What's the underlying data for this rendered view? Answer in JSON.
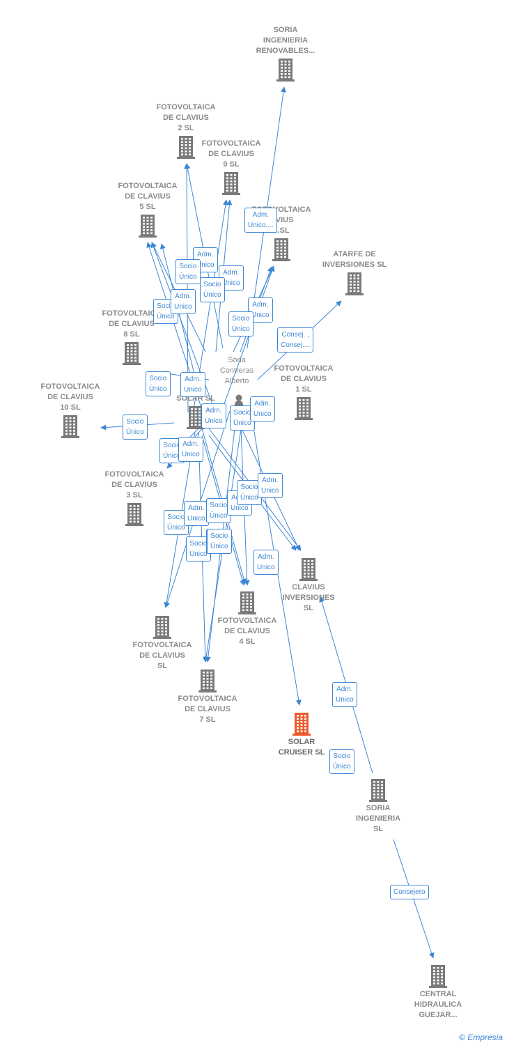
{
  "colors": {
    "edge": "#3c86d6",
    "node": "#7a7a7a",
    "highlight": "#f0582a"
  },
  "nodes": [
    {
      "id": "soria_ren",
      "icon": "building-icon",
      "label": [
        "SORIA",
        "INGENIERIA",
        "RENOVABLES..."
      ]
    },
    {
      "id": "fv2",
      "icon": "building-icon",
      "label": [
        "FOTOVOLTAICA",
        "DE CLAVIUS",
        "2  SL"
      ]
    },
    {
      "id": "fv9",
      "icon": "building-icon",
      "label": [
        "FOTOVOLTAICA",
        "DE CLAVIUS",
        "9  SL"
      ]
    },
    {
      "id": "fv5",
      "icon": "building-icon",
      "label": [
        "FOTOVOLTAICA",
        "DE CLAVIUS",
        "5  SL"
      ]
    },
    {
      "id": "fv6",
      "icon": "building-icon",
      "label": [
        "FOTOVOLTAICA",
        "...VIUS",
        "...SL"
      ]
    },
    {
      "id": "atarfe",
      "icon": "building-icon",
      "label": [
        "ATARFE DE",
        "INVERSIONES SL"
      ]
    },
    {
      "id": "fv8",
      "icon": "building-icon",
      "label": [
        "FOTOVOLTAICA",
        "DE CLAVIUS",
        "8  SL"
      ]
    },
    {
      "id": "fv1",
      "icon": "building-icon",
      "label": [
        "FOTOVOLTAICA",
        "DE CLAVIUS",
        "1  SL"
      ]
    },
    {
      "id": "fv10",
      "icon": "building-icon",
      "label": [
        "FOTOVOLTAICA",
        "DE CLAVIUS",
        "10  SL"
      ]
    },
    {
      "id": "solar_sl",
      "icon": "building-icon",
      "label": [
        "...R",
        "SOLAR SL"
      ]
    },
    {
      "id": "fv3",
      "icon": "building-icon",
      "label": [
        "FOTOVOLTAICA",
        "DE CLAVIUS",
        "3  SL"
      ]
    },
    {
      "id": "clavius",
      "icon": "building-icon",
      "label": [
        "CLAVIUS",
        "INVERSIONES",
        "SL"
      ]
    },
    {
      "id": "fv4",
      "icon": "building-icon",
      "label": [
        "FOTOVOLTAICA",
        "DE CLAVIUS",
        "4  SL"
      ]
    },
    {
      "id": "fvsl",
      "icon": "building-icon",
      "label": [
        "FOTOVOLTAICA",
        "DE CLAVIUS",
        "SL"
      ]
    },
    {
      "id": "fv7",
      "icon": "building-icon",
      "label": [
        "FOTOVOLTAICA",
        "DE CLAVIUS",
        "7  SL"
      ]
    },
    {
      "id": "cruiser",
      "icon": "building-icon",
      "highlight": true,
      "label": [
        "SOLAR",
        "CRUISER  SL"
      ]
    },
    {
      "id": "soria_sl",
      "icon": "building-icon",
      "label": [
        "SORIA",
        "INGENIERIA",
        "SL"
      ]
    },
    {
      "id": "central",
      "icon": "building-icon",
      "label": [
        "CENTRAL",
        "HIDRAULICA",
        "GUEJAR..."
      ]
    }
  ],
  "person": {
    "icon": "person-icon",
    "label": [
      "Soria",
      "Contreras",
      "Alberto"
    ]
  },
  "edge_labels": [
    [
      "Adm.",
      "Unico,..."
    ],
    [
      "Adm.",
      "Unico"
    ],
    [
      "Socio",
      "Único"
    ],
    [
      "Adm.",
      "Unico"
    ],
    [
      "Socio",
      "Único"
    ],
    [
      "Socio",
      "Único"
    ],
    [
      "Adm.",
      "Unico"
    ],
    [
      "Adm.",
      "Unico"
    ],
    [
      "Socio",
      "Único"
    ],
    [
      "Consej. ,",
      "Consej...."
    ],
    [
      "Socio",
      "Único"
    ],
    [
      "Adm.",
      "Unico"
    ],
    [
      "Socio",
      "Único"
    ],
    [
      "Adm.",
      "Unico"
    ],
    [
      "Socio",
      "Único"
    ],
    [
      "Adm.",
      "Unico"
    ],
    [
      "Socio",
      "Único"
    ],
    [
      "Adm.",
      "Unico"
    ],
    [
      "Socio",
      "Único"
    ],
    [
      "Adm.",
      "Unico"
    ],
    [
      "Socio",
      "Único"
    ],
    [
      "Adm.",
      "Unico"
    ],
    [
      "Socio",
      "Único"
    ],
    [
      "Adm.",
      "Unico"
    ],
    [
      "Socio",
      "Único"
    ],
    [
      "Socio",
      "Único"
    ],
    [
      "Adm.",
      "Unico"
    ],
    [
      "Adm.",
      "Unico"
    ],
    [
      "Socio",
      "Único"
    ],
    [
      "Socio",
      "Único"
    ],
    [
      "Consejero"
    ]
  ],
  "footer": {
    "copyright": "©",
    "brand": "Empresia"
  }
}
